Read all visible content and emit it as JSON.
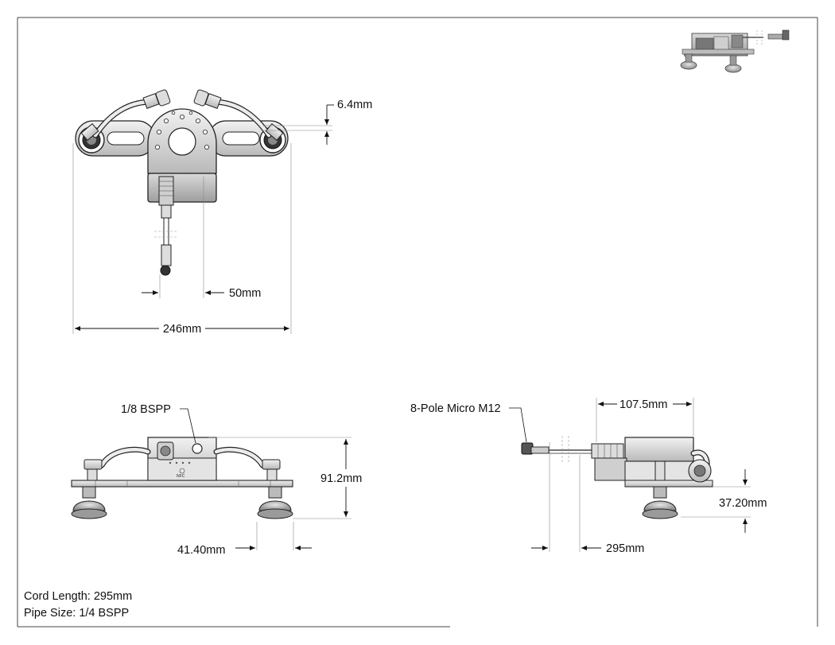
{
  "drawing": {
    "top_view": {
      "dim_height": "6.4mm",
      "dim_offset": "50mm",
      "dim_width": "246mm"
    },
    "front_view": {
      "callout_port": "1/8 BSPP",
      "dim_height": "91.2mm",
      "dim_cup": "41.40mm",
      "label_nfc": "NFC"
    },
    "side_view": {
      "callout_connector": "8-Pole Micro M12",
      "dim_depth": "107.5mm",
      "dim_height": "37.20mm",
      "dim_cord": "295mm"
    },
    "notes": {
      "cord_length": "Cord Length: 295mm",
      "pipe_size": "Pipe Size: 1/4 BSPP"
    }
  }
}
